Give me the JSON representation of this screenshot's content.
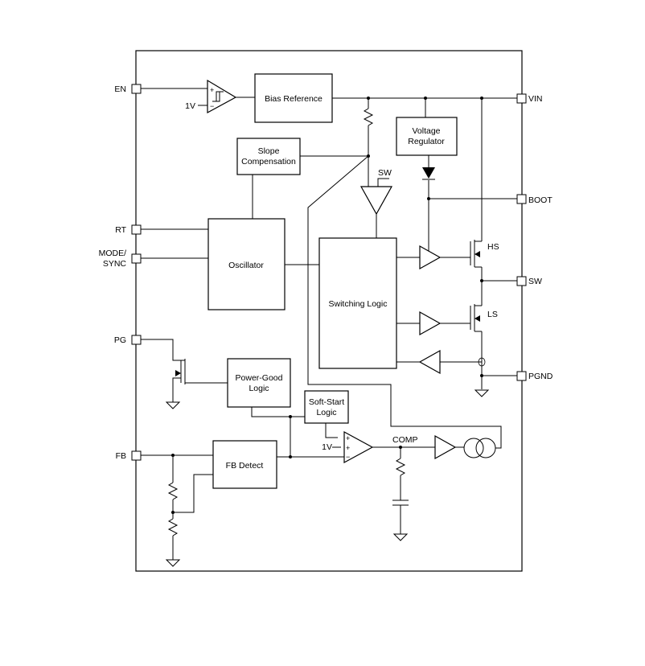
{
  "pins": {
    "en": "EN",
    "rt": "RT",
    "mode": "MODE/",
    "sync": "SYNC",
    "pg": "PG",
    "fb": "FB",
    "vin": "VIN",
    "boot": "BOOT",
    "sw": "SW",
    "pgnd": "PGND"
  },
  "blocks": {
    "bias_reference": "Bias Reference",
    "voltage_regulator_1": "Voltage",
    "voltage_regulator_2": "Regulator",
    "slope_compensation_1": "Slope",
    "slope_compensation_2": "Compensation",
    "oscillator": "Oscillator",
    "switching_logic": "Switching Logic",
    "power_good_logic_1": "Power-Good",
    "power_good_logic_2": "Logic",
    "soft_start_logic_1": "Soft-Start",
    "soft_start_logic_2": "Logic",
    "fb_detect": "FB Detect"
  },
  "labels": {
    "one_volt_en": "1V",
    "one_volt_ea": "1V",
    "sw_node": "SW",
    "hs": "HS",
    "ls": "LS",
    "comp": "COMP",
    "plus_en": "+",
    "minus_en": "−",
    "plus_ea_1": "+",
    "plus_ea_2": "+",
    "minus_ea": "−"
  }
}
